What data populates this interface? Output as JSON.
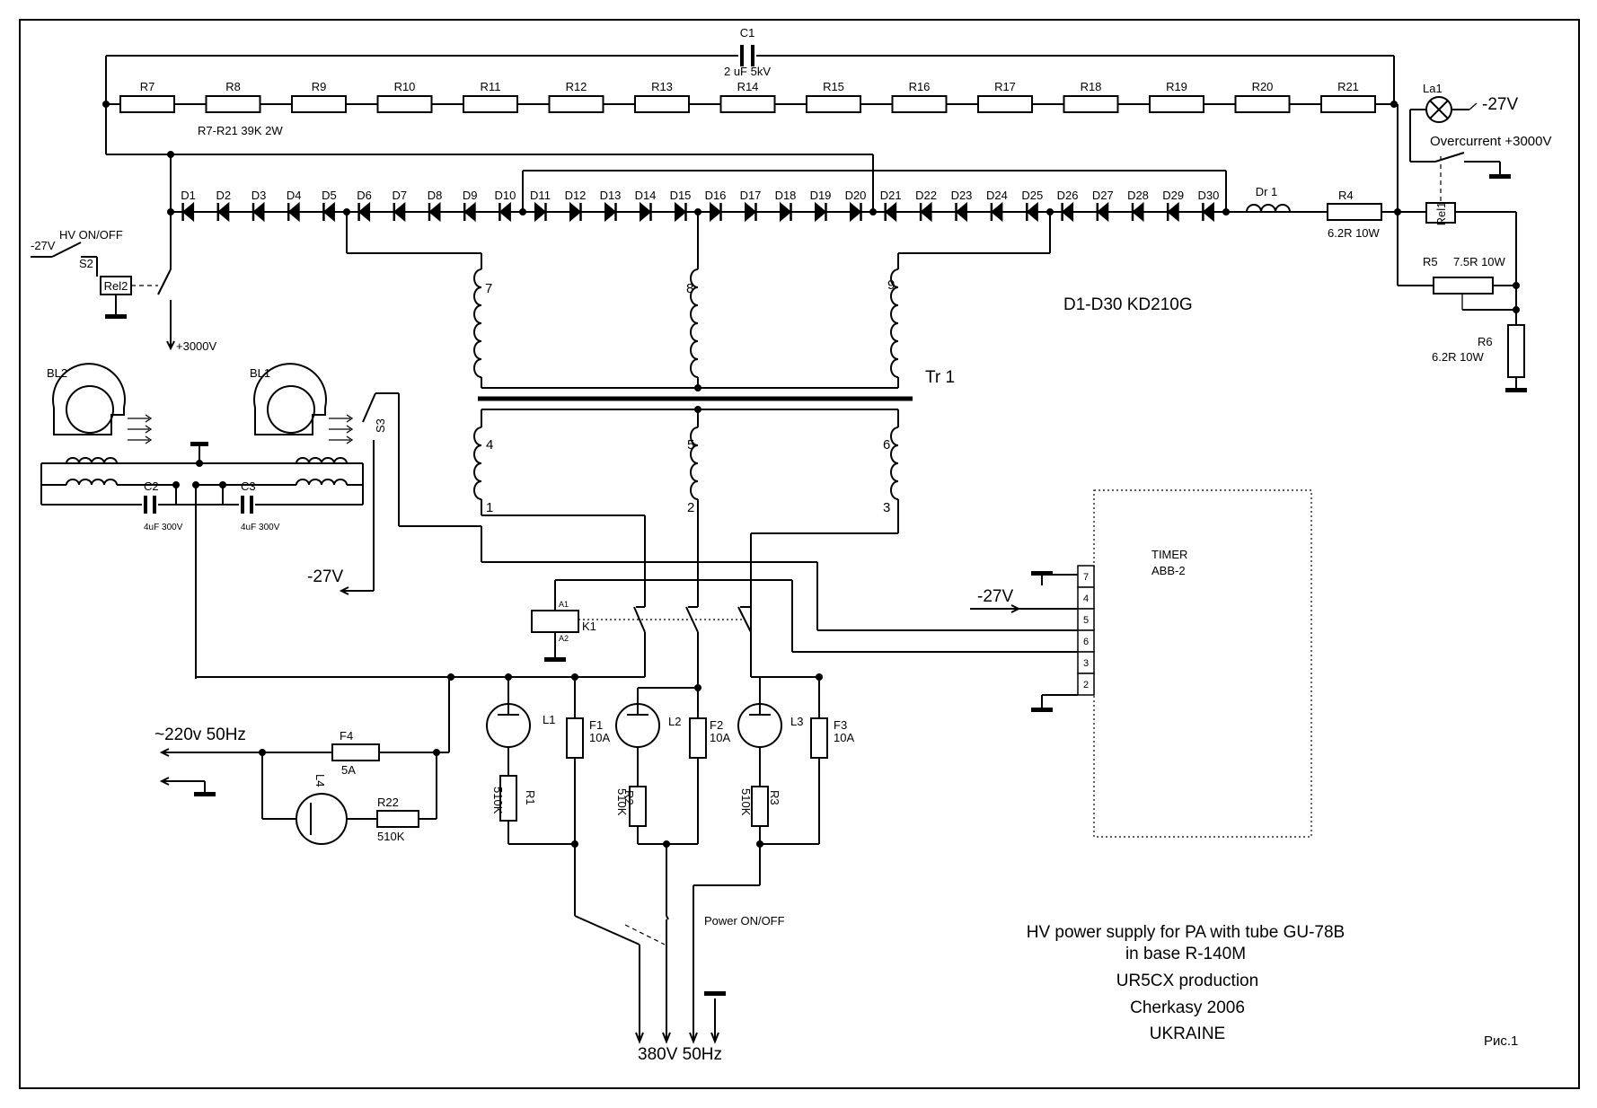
{
  "resistor_chain": {
    "labels": [
      "R7",
      "R8",
      "R9",
      "R10",
      "R11",
      "R12",
      "R13",
      "R14",
      "R15",
      "R16",
      "R17",
      "R18",
      "R19",
      "R20",
      "R21"
    ],
    "note": "R7-R21 39K 2W"
  },
  "c1": {
    "name": "C1",
    "value": "2 uF  5kV"
  },
  "diodes": {
    "labels": [
      "D1",
      "D2",
      "D3",
      "D4",
      "D5",
      "D6",
      "D7",
      "D8",
      "D9",
      "D10",
      "D11",
      "D12",
      "D13",
      "D14",
      "D15",
      "D16",
      "D17",
      "D18",
      "D19",
      "D20",
      "D21",
      "D22",
      "D23",
      "D24",
      "D25",
      "D26",
      "D27",
      "D28",
      "D29",
      "D30"
    ],
    "note": "D1-D30  KD210G"
  },
  "choke": {
    "name": "Dr 1"
  },
  "r4": {
    "name": "R4",
    "value": "6.2R 10W"
  },
  "r5": {
    "name": "R5",
    "value": "7.5R 10W"
  },
  "r6": {
    "name": "R6",
    "value": "6.2R 10W"
  },
  "lamp_la1": {
    "name": "La1",
    "supply": "-27V",
    "caption": "Overcurrent +3000V"
  },
  "rel1": {
    "name": "Rel1"
  },
  "hv_switch": {
    "title": "HV ON/OFF",
    "supply": "-27V",
    "switch": "S2",
    "relay": "Rel2",
    "output": "+3000V"
  },
  "transformer": {
    "name": "Tr 1",
    "secondary_pins": [
      "7",
      "8",
      "9"
    ],
    "primary_top_pins": [
      "4",
      "5",
      "6"
    ],
    "primary_bottom_pins": [
      "1",
      "2",
      "3"
    ]
  },
  "blowers": {
    "bl1": "BL1",
    "bl2": "BL2",
    "c2": {
      "name": "C2",
      "value": "4uF 300V"
    },
    "c3": {
      "name": "C3",
      "value": "4uF 300V"
    },
    "switch": "S3",
    "supply": "-27V"
  },
  "timer": {
    "title": "TIMER",
    "model": "ABB-2",
    "supply": "-27V",
    "pins": [
      "7",
      "4",
      "5",
      "6",
      "3",
      "2"
    ]
  },
  "contactor": {
    "name": "K1",
    "a1": "A1",
    "a2": "A2"
  },
  "lamps": {
    "l1": "L1",
    "l2": "L2",
    "l3": "L3",
    "l4": "L4"
  },
  "fuses": {
    "f1": {
      "name": "F1",
      "value": "10A"
    },
    "f2": {
      "name": "F2",
      "value": "10A"
    },
    "f3": {
      "name": "F3",
      "value": "10A"
    },
    "f4": {
      "name": "F4",
      "value": "5A"
    }
  },
  "lamp_resistors": {
    "r1": {
      "name": "R1",
      "value": "510K"
    },
    "r2": {
      "name": "R2",
      "value": "510K"
    },
    "r3": {
      "name": "R3",
      "value": "510K"
    },
    "r22": {
      "name": "R22",
      "value": "510K"
    }
  },
  "mains_220": "~220v 50Hz",
  "mains_380": "380V 50Hz",
  "power_switch": "Power  ON/OFF",
  "title_block": {
    "line1": "HV power supply for PA with tube GU-78B",
    "line2": "in base R-140M",
    "line3": "UR5CX production",
    "line4": "Cherkasy 2006",
    "line5": "UKRAINE"
  },
  "figure_label": "Рис.1"
}
